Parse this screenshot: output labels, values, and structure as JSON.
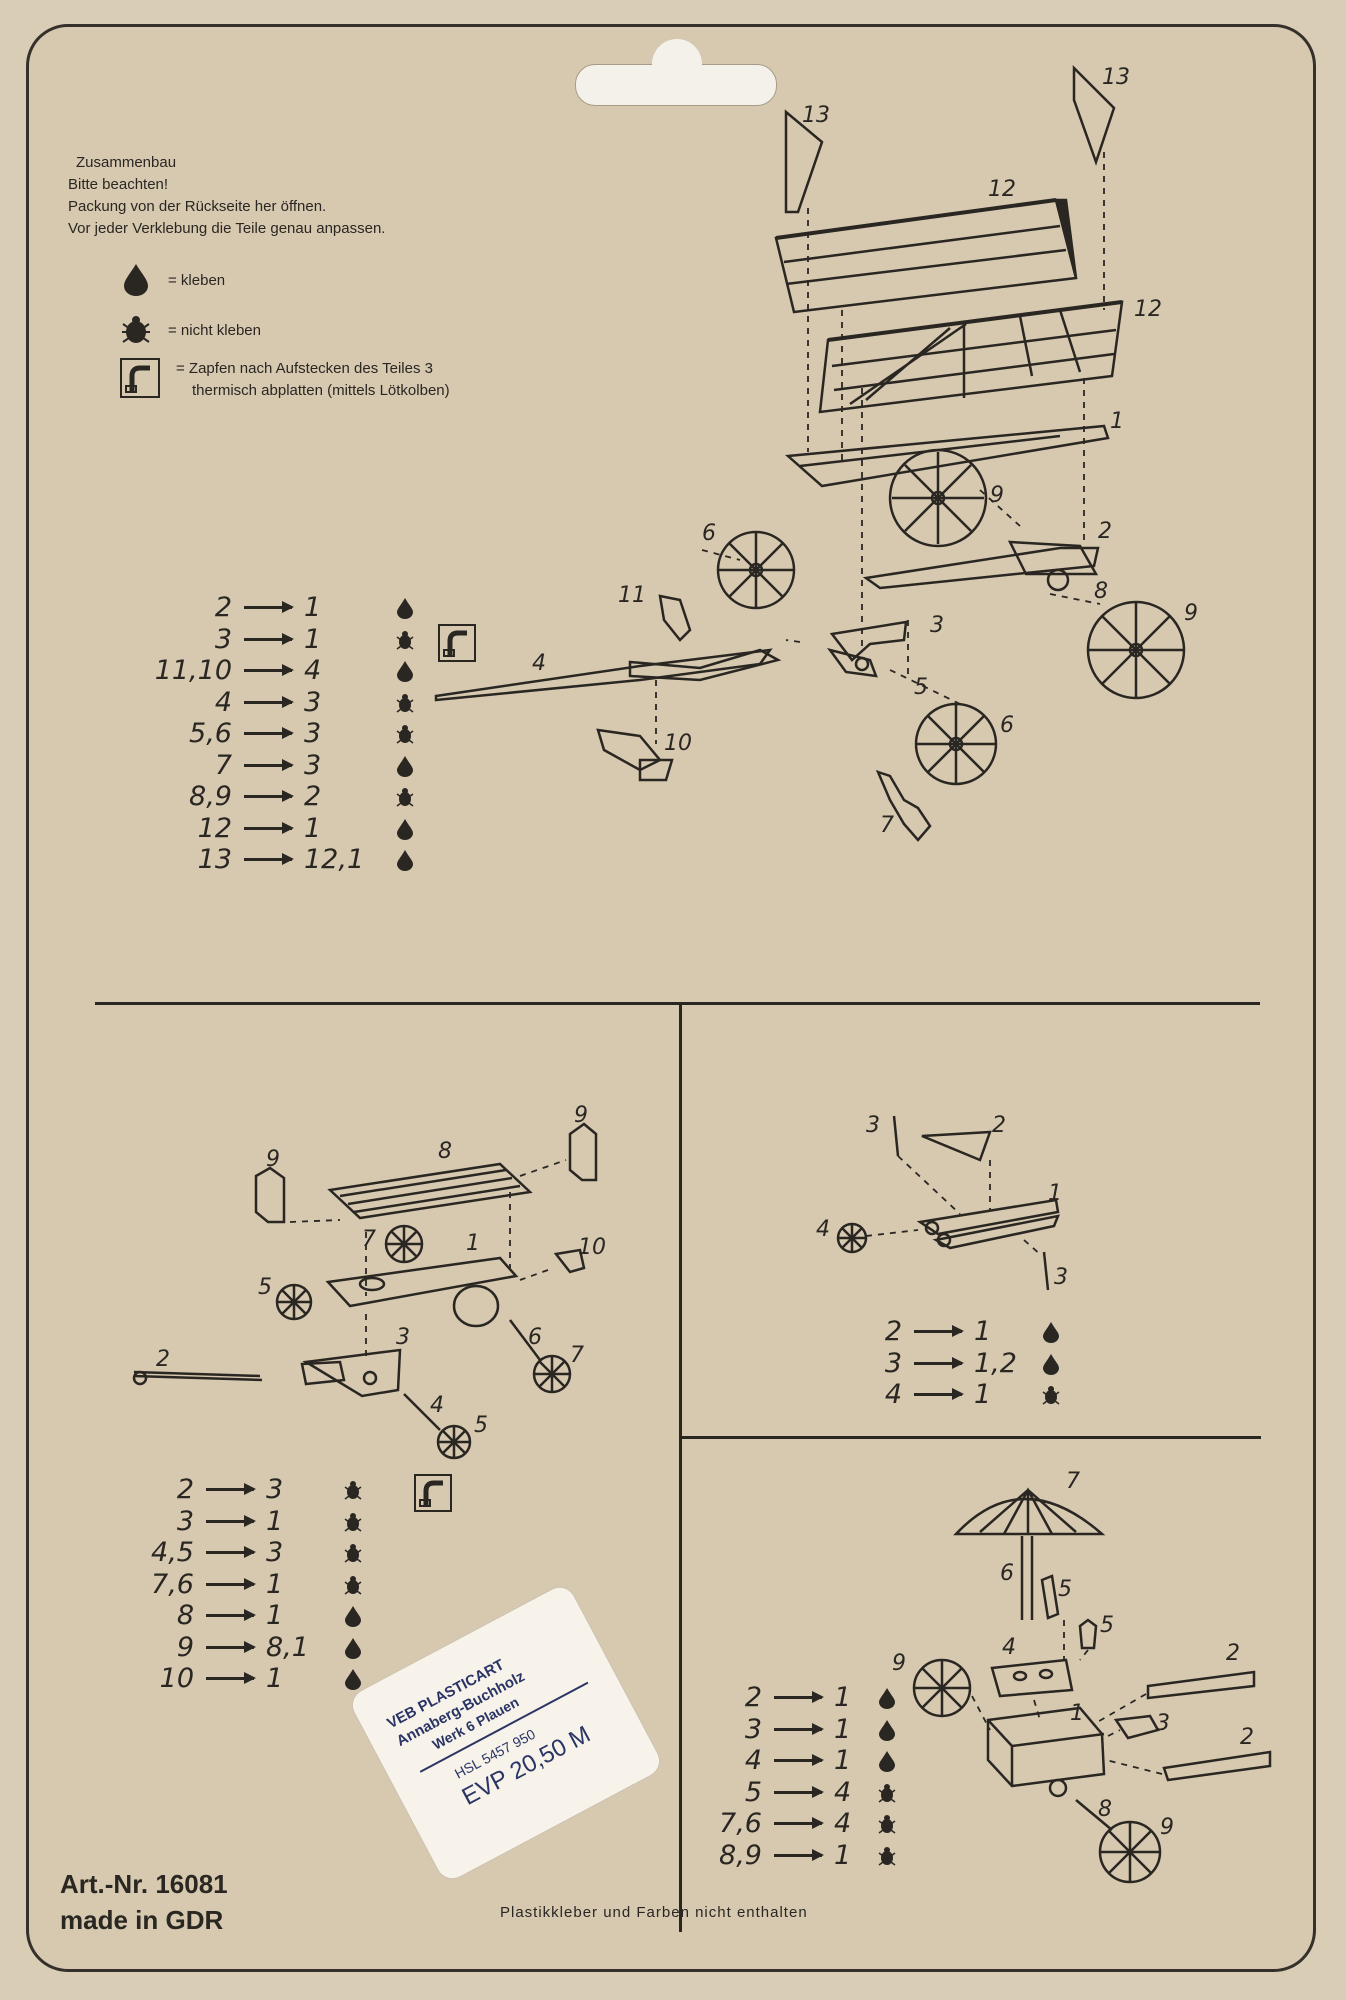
{
  "header": {
    "title": "Zusammenbau",
    "line1": "Bitte beachten!",
    "line2": "Packung von der Rückseite her öffnen.",
    "line3": "Vor jeder Verklebung die Teile genau anpassen."
  },
  "legend": {
    "glue": "= kleben",
    "noglue": "= nicht kleben",
    "thermo_line1": "= Zapfen nach Aufstecken des Teiles 3",
    "thermo_line2": "thermisch abplatten (mittels Lötkolben)"
  },
  "icons": {
    "glue": "glue-drop-icon",
    "noglue": "no-glue-beetle-icon",
    "thermo": "soldering-iron-icon"
  },
  "assembly_main": [
    {
      "from": "2",
      "to": "1",
      "sym": "glue",
      "thermo": false
    },
    {
      "from": "3",
      "to": "1",
      "sym": "noglue",
      "thermo": true
    },
    {
      "from": "11,10",
      "to": "4",
      "sym": "glue",
      "thermo": false
    },
    {
      "from": "4",
      "to": "3",
      "sym": "noglue",
      "thermo": false
    },
    {
      "from": "5,6",
      "to": "3",
      "sym": "noglue",
      "thermo": false
    },
    {
      "from": "7",
      "to": "3",
      "sym": "glue",
      "thermo": false
    },
    {
      "from": "8,9",
      "to": "2",
      "sym": "noglue",
      "thermo": false
    },
    {
      "from": "12",
      "to": "1",
      "sym": "glue",
      "thermo": false
    },
    {
      "from": "13",
      "to": "12,1",
      "sym": "glue",
      "thermo": false
    }
  ],
  "assembly_left": [
    {
      "from": "2",
      "to": "3",
      "sym": "noglue",
      "thermo": true
    },
    {
      "from": "3",
      "to": "1",
      "sym": "noglue",
      "thermo": false
    },
    {
      "from": "4,5",
      "to": "3",
      "sym": "noglue",
      "thermo": false
    },
    {
      "from": "7,6",
      "to": "1",
      "sym": "noglue",
      "thermo": false
    },
    {
      "from": "8",
      "to": "1",
      "sym": "glue",
      "thermo": false
    },
    {
      "from": "9",
      "to": "8,1",
      "sym": "glue",
      "thermo": false
    },
    {
      "from": "10",
      "to": "1",
      "sym": "glue",
      "thermo": false
    }
  ],
  "assembly_right_top": [
    {
      "from": "2",
      "to": "1",
      "sym": "glue",
      "thermo": false
    },
    {
      "from": "3",
      "to": "1,2",
      "sym": "glue",
      "thermo": false
    },
    {
      "from": "4",
      "to": "1",
      "sym": "noglue",
      "thermo": false
    }
  ],
  "assembly_right_bottom": [
    {
      "from": "2",
      "to": "1",
      "sym": "glue",
      "thermo": false
    },
    {
      "from": "3",
      "to": "1",
      "sym": "glue",
      "thermo": false
    },
    {
      "from": "4",
      "to": "1",
      "sym": "glue",
      "thermo": false
    },
    {
      "from": "5",
      "to": "4",
      "sym": "noglue",
      "thermo": false
    },
    {
      "from": "7,6",
      "to": "4",
      "sym": "noglue",
      "thermo": false
    },
    {
      "from": "8,9",
      "to": "1",
      "sym": "noglue",
      "thermo": false
    }
  ],
  "sticker": {
    "line1": "VEB PLASTICART",
    "line2": "Annaberg-Buchholz",
    "line3": "Werk 6 Plauen",
    "line4": "HSL 5457 950",
    "line5": "EVP 20,50 M"
  },
  "footer": {
    "art_nr": "Art.-Nr. 16081",
    "made_in": "made in GDR",
    "note": "Plastikkleber und Farben nicht enthalten"
  },
  "diagram_labels": {
    "main": [
      "13",
      "13",
      "12",
      "12",
      "1",
      "9",
      "2",
      "8",
      "9",
      "6",
      "11",
      "3",
      "4",
      "5",
      "6",
      "10",
      "7"
    ],
    "left": [
      "9",
      "8",
      "9",
      "7",
      "1",
      "10",
      "5",
      "3",
      "6",
      "7",
      "2",
      "4",
      "5"
    ],
    "right_top": [
      "3",
      "2",
      "1",
      "4",
      "3"
    ],
    "right_bottom": [
      "7",
      "6",
      "5",
      "5",
      "4",
      "2",
      "9",
      "1",
      "3",
      "2",
      "8",
      "9"
    ]
  },
  "colors": {
    "paper": "#d6c9b0",
    "ink": "#2a2622",
    "sticker": "#f7f3ea",
    "sticker_ink": "#2a3566"
  }
}
